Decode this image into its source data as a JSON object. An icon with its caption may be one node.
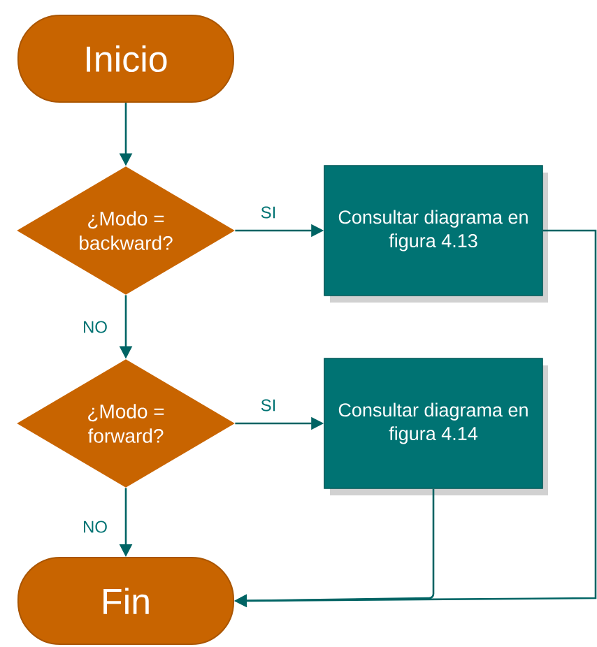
{
  "diagram": {
    "nodes": [
      {
        "text": [
          "Inicio"
        ]
      },
      {
        "text": [
          "¿Modo = backward?"
        ]
      },
      {
        "text": [
          "Consultar diagrama en figura 4.13"
        ]
      },
      {
        "text": [
          "¿Modo = forward?"
        ]
      },
      {
        "text": [
          "Consultar diagrama en figura 4.14"
        ]
      },
      {
        "text": [
          "Fin"
        ]
      }
    ],
    "edges": [
      {
        "from": 0,
        "to": 1,
        "arrow": "to"
      },
      {
        "from": 1,
        "to": 2,
        "arrow": "to",
        "label": "SI"
      },
      {
        "from": 1,
        "to": 3,
        "arrow": "to",
        "label": "NO"
      },
      {
        "from": 3,
        "to": 4,
        "arrow": "to",
        "label": "SI"
      },
      {
        "from": 3,
        "to": 5,
        "arrow": "to",
        "label": "NO"
      },
      {
        "from": 2,
        "to": 5,
        "arrow": "to"
      },
      {
        "from": 4,
        "to": 5,
        "arrow": "to"
      }
    ]
  }
}
